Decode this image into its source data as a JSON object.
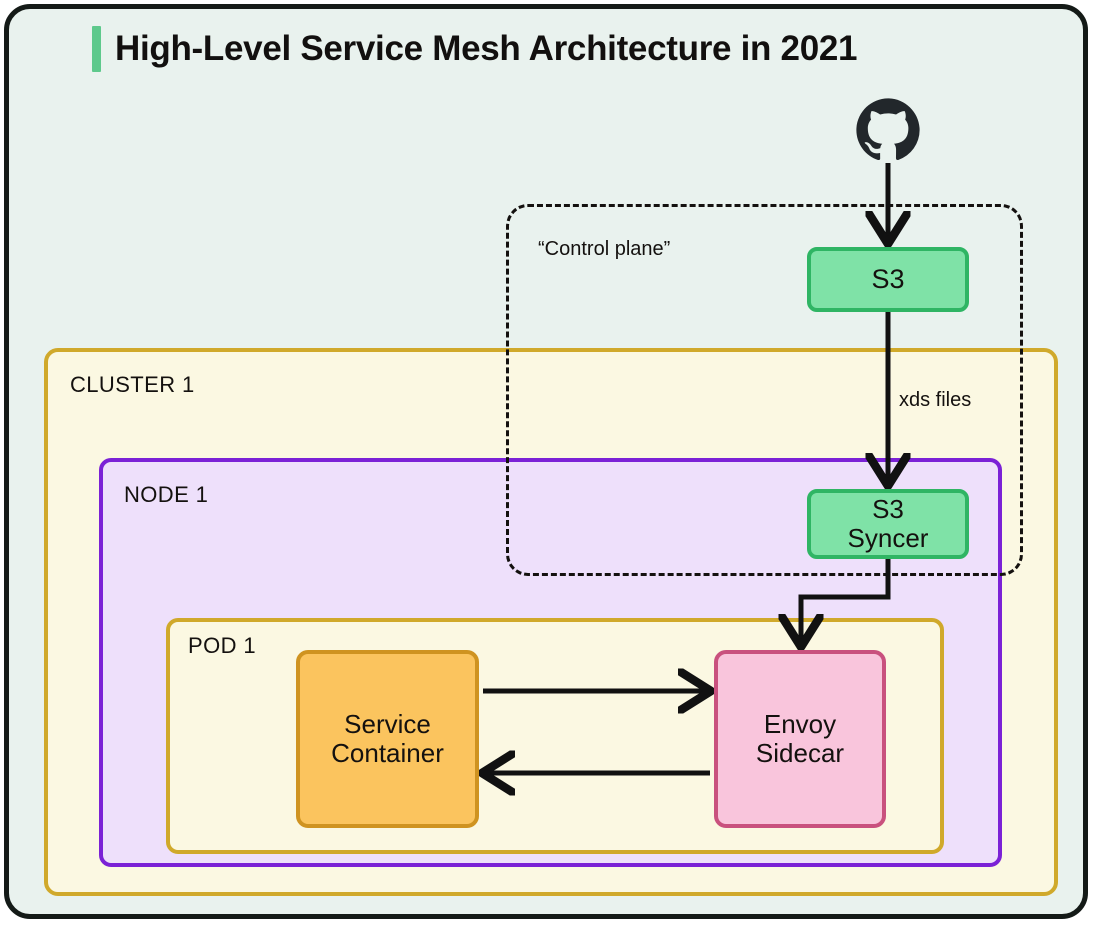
{
  "title": "High-Level Service Mesh Architecture in 2021",
  "accent_color": "#5ec98c",
  "canvas": {
    "background": "#e9f2ee",
    "border_color": "#141a17"
  },
  "groups": {
    "control_plane": {
      "label": "“Control plane”",
      "style": "dashed",
      "border_color": "#14110f"
    },
    "cluster": {
      "label": "CLUSTER 1",
      "fill": "#fbf8e2",
      "border_color": "#d0a92b"
    },
    "node": {
      "label": "NODE 1",
      "fill": "#eee0fb",
      "border_color": "#7b21d6"
    },
    "pod": {
      "label": "POD 1",
      "fill": "#fbf8e2",
      "border_color": "#d0a92b"
    }
  },
  "nodes": {
    "github": {
      "icon": "github-icon",
      "color": "#22272b"
    },
    "s3": {
      "label": "S3",
      "fill": "#7fe2a7",
      "border_color": "#2fb564"
    },
    "s3_syncer": {
      "label_line1": "S3",
      "label_line2": "Syncer",
      "fill": "#7fe2a7",
      "border_color": "#2fb564"
    },
    "service_container": {
      "label_line1": "Service",
      "label_line2": "Container",
      "fill": "#fbc45e",
      "border_color": "#cf9320"
    },
    "envoy_sidecar": {
      "label_line1": "Envoy",
      "label_line2": "Sidecar",
      "fill": "#f9c5dc",
      "border_color": "#c9517e"
    }
  },
  "edges": {
    "github_to_s3": {
      "label": ""
    },
    "s3_to_syncer": {
      "label": "xds files"
    },
    "syncer_to_envoy": {
      "label": ""
    },
    "service_to_envoy": {
      "label": ""
    },
    "envoy_to_service": {
      "label": ""
    }
  }
}
